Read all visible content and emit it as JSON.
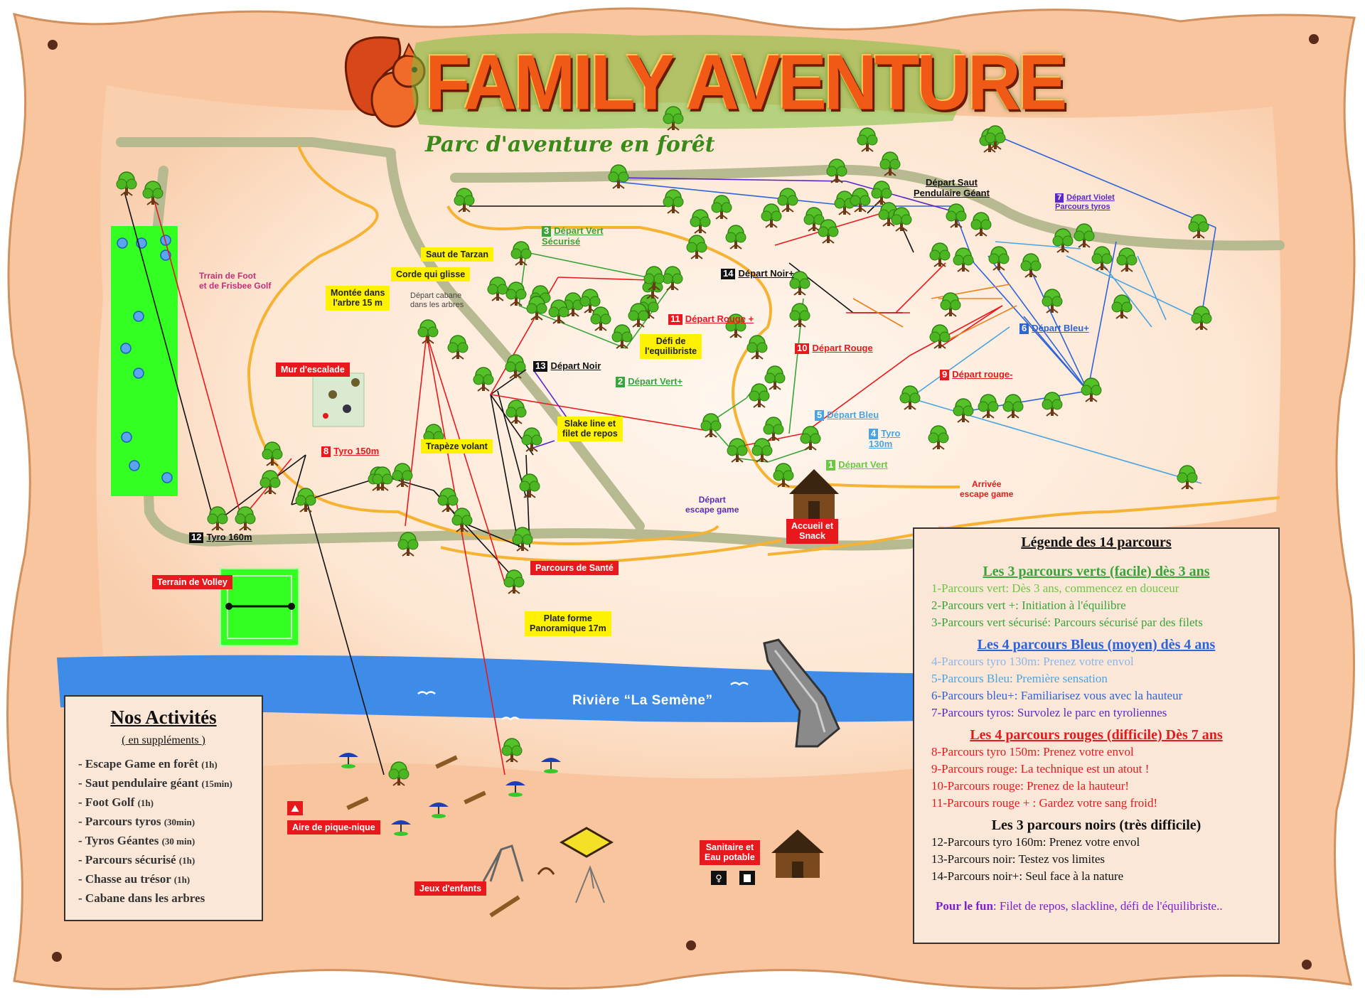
{
  "title": "FAMILY AVENTURE",
  "subtitle": "Parc d'aventure en forêt",
  "river": "Rivière “La Semène”",
  "colors": {
    "parchment": "#f9c59e",
    "background_center": "#fdf1e6",
    "river": "#3f8ce8",
    "path_grey": "#b7b990",
    "path_orange": "#f6b333",
    "field_green": "#33ff22",
    "title_orange": "#f15a16",
    "red": "#e8191d",
    "yellow": "#fff200"
  },
  "labels": {
    "terrain_foot": "Trrain de Foot\net de Frisbee Golf",
    "mur_escalade": "Mur d'escalade",
    "montee_arbre": "Montée dans\nl'arbre 15 m",
    "corde_glisse": "Corde qui glisse",
    "saut_tarzan": "Saut de Tarzan",
    "depart_cabane": "Départ cabane\ndans les arbres",
    "depart_vert_secur": "Départ Vert\nSécurisé",
    "depart_vert_secur_num": "3",
    "depart_saut": "Départ Saut\nPendulaire Géant",
    "depart_violet": "Départ Violet\nParcours tyros",
    "depart_violet_num": "7",
    "depart_noir_plus": "Départ Noir+",
    "depart_noir_plus_num": "14",
    "depart_rouge_plus": "Départ Rouge +",
    "depart_rouge_plus_num": "11",
    "defi": "Défi de\nl'equilibriste",
    "depart_noir": "Départ Noir",
    "depart_noir_num": "13",
    "depart_vert_plus": "Départ Vert+",
    "depart_vert_plus_num": "2",
    "depart_rouge": "Départ Rouge",
    "depart_rouge_num": "10",
    "depart_rouge_moins": "Départ rouge-",
    "depart_rouge_moins_num": "9",
    "depart_bleu_plus": "Départ Bleu+",
    "depart_bleu_plus_num": "6",
    "depart_bleu": "Départ Bleu",
    "depart_bleu_num": "5",
    "tyro_130": "Tyro\n130m",
    "tyro_130_num": "4",
    "depart_vert": "Départ Vert",
    "depart_vert_num": "1",
    "slake": "Slake line et\nfilet de repos",
    "trapeze": "Trapèze volant",
    "tyro_150": "Tyro 150m",
    "tyro_150_num": "8",
    "tyro_160": "Tyro 160m",
    "tyro_160_num": "12",
    "depart_escape": "Départ\nescape game",
    "arrivee_escape": "Arrivée\nescape game",
    "accueil": "Accueil et\nSnack",
    "parcours_sante": "Parcours de Santé",
    "plate_forme": "Plate forme\nPanoramique 17m",
    "terrain_volley": "Terrain de Volley",
    "pique_nique": "Aire de pique-nique",
    "jeux": "Jeux d'enfants",
    "sanitaire": "Sanitaire et\nEau potable"
  },
  "activities": {
    "title": "Nos Activités",
    "subtitle": "( en suppléments )",
    "items": [
      {
        "name": "- Escape Game en forêt",
        "duration": "(1h)"
      },
      {
        "name": "- Saut pendulaire géant",
        "duration": "(15min)"
      },
      {
        "name": "- Foot Golf",
        "duration": "(1h)"
      },
      {
        "name": "- Parcours tyros",
        "duration": "(30min)"
      },
      {
        "name": "- Tyros Géantes",
        "duration": "(30 min)"
      },
      {
        "name": "- Parcours sécurisé",
        "duration": "(1h)"
      },
      {
        "name": "- Chasse au trésor",
        "duration": "(1h)"
      },
      {
        "name": "- Cabane dans les arbres",
        "duration": ""
      }
    ]
  },
  "legend": {
    "title": "Légende des 14 parcours",
    "groups": [
      {
        "heading": "Les 3 parcours verts (facile) dès 3 ans",
        "color": "#3aa33a",
        "lines": [
          {
            "text": "1-Parcours vert: Dès 3 ans, commencez en douceur",
            "color": "#6cc644"
          },
          {
            "text": "2-Parcours vert +: Initiation à l'équilibre",
            "color": "#3aa33a"
          },
          {
            "text": "3-Parcours vert sécurisé: Parcours sécurisé par des filets",
            "color": "#3aa33a"
          }
        ]
      },
      {
        "heading": "Les 4 parcours Bleus (moyen) dès 4 ans",
        "color": "#2f63d8",
        "lines": [
          {
            "text": "4-Parcours tyro 130m: Prenez votre envol",
            "color": "#8fb6e6"
          },
          {
            "text": "5-Parcours Bleu: Première sensation",
            "color": "#4ba3e0"
          },
          {
            "text": "6-Parcours bleu+: Familiarisez vous avec la hauteur",
            "color": "#2f63d8"
          },
          {
            "text": "7-Parcours tyros: Survolez le parc en tyroliennes",
            "color": "#5a28c9"
          }
        ]
      },
      {
        "heading": "Les 4 parcours rouges (difficile) Dès 7 ans",
        "color": "#e8191d",
        "lines": [
          {
            "text": "8-Parcours tyro 150m: Prenez votre envol",
            "color": "#e8191d"
          },
          {
            "text": "9-Parcours rouge: La technique est un atout !",
            "color": "#e8191d"
          },
          {
            "text": "10-Parcours rouge: Prenez de la hauteur!",
            "color": "#e8191d"
          },
          {
            "text": "11-Parcours rouge + : Gardez votre sang froid!",
            "color": "#e8191d"
          }
        ]
      },
      {
        "heading": "Les 3 parcours noirs (très difficile)",
        "color": "#111111",
        "lines": [
          {
            "text": "12-Parcours tyro 160m: Prenez votre envol",
            "color": "#111111"
          },
          {
            "text": "13-Parcours noir: Testez vos limites",
            "color": "#111111"
          },
          {
            "text": "14-Parcours noir+: Seul face à la nature",
            "color": "#111111"
          }
        ]
      }
    ],
    "fun_label": "Pour le fun",
    "fun_text": ": Filet de repos, slackline, défi de l'équilibriste.."
  },
  "icons": [
    "squirrel-icon",
    "tree-icon",
    "cabin-icon",
    "picnic-table-icon",
    "umbrella-table-icon",
    "slide-icon",
    "swing-icon",
    "sandbox-icon",
    "seesaw-icon",
    "toilet-icon",
    "water-icon",
    "bridge-icon",
    "bird-icon",
    "climbing-wall-icon"
  ]
}
